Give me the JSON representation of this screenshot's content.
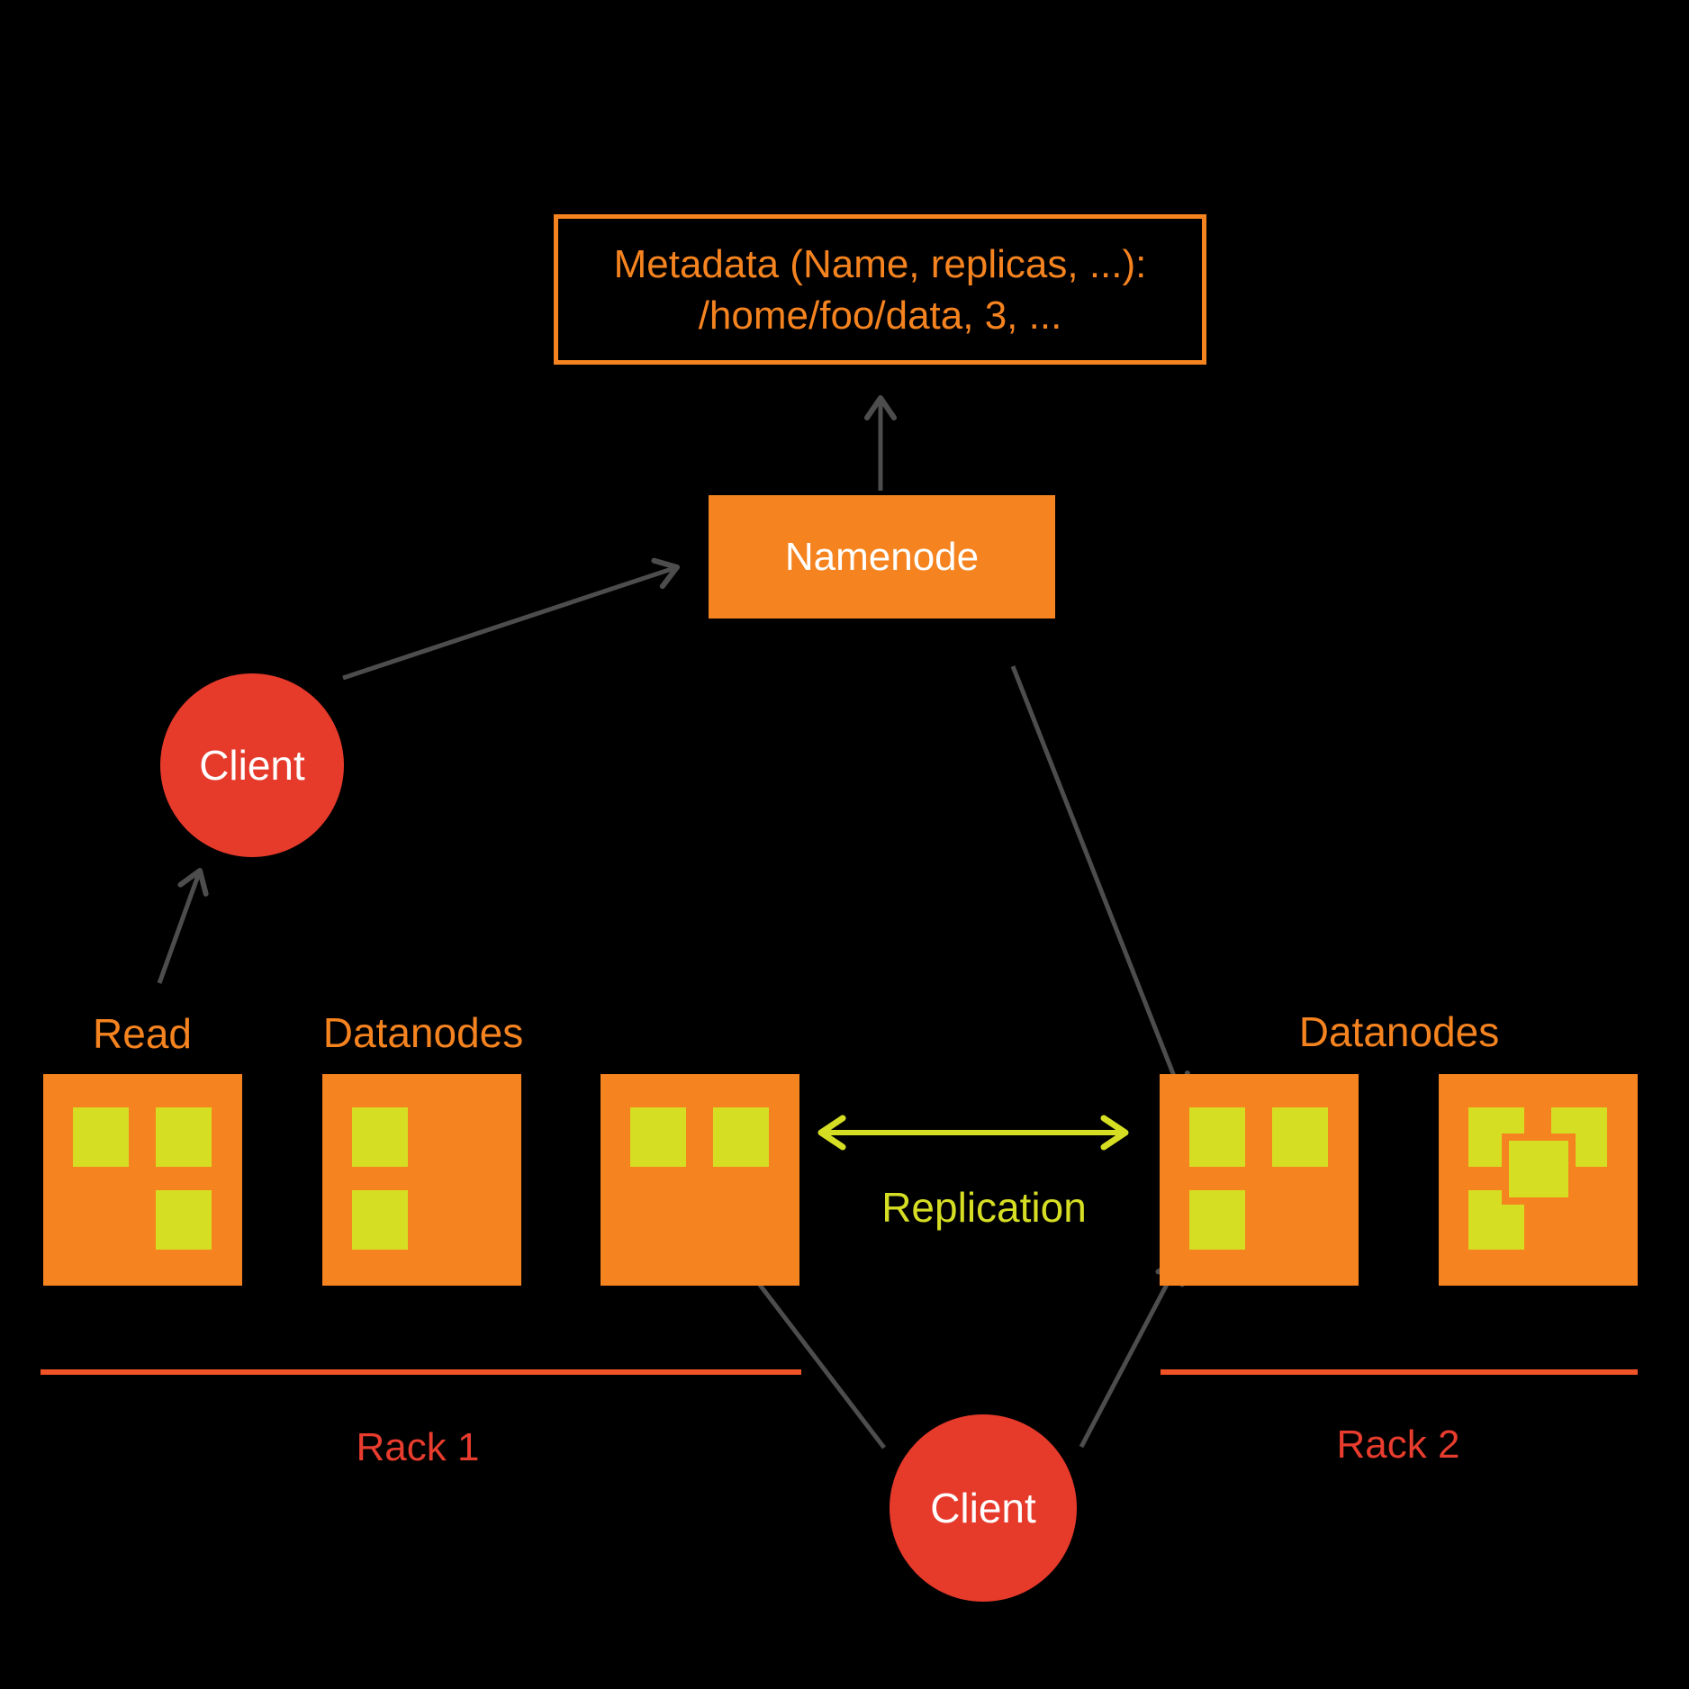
{
  "metadata_box": {
    "line1": "Metadata (Name, replicas, ...):",
    "line2": "/home/foo/data, 3, ..."
  },
  "namenode": {
    "label": "Namenode"
  },
  "clients": {
    "top_label": "Client",
    "bottom_label": "Client"
  },
  "labels": {
    "read": "Read",
    "datanodes_rack1": "Datanodes",
    "datanodes_rack2": "Datanodes",
    "replication": "Replication",
    "rack1": "Rack 1",
    "rack2": "Rack 2"
  },
  "datanodes": {
    "squares": [
      {
        "rack": 1,
        "blocks": [
          [
            1,
            1
          ],
          [
            2,
            1
          ],
          [
            2,
            2
          ]
        ],
        "center_block": false
      },
      {
        "rack": 1,
        "blocks": [
          [
            1,
            1
          ],
          [
            1,
            2
          ]
        ],
        "center_block": false
      },
      {
        "rack": 1,
        "blocks": [
          [
            1,
            1
          ],
          [
            2,
            1
          ]
        ],
        "center_block": false
      },
      {
        "rack": 2,
        "blocks": [
          [
            1,
            1
          ],
          [
            2,
            1
          ],
          [
            1,
            2
          ]
        ],
        "center_block": false
      },
      {
        "rack": 2,
        "blocks": [
          [
            1,
            1
          ],
          [
            2,
            1
          ],
          [
            1,
            2
          ]
        ],
        "center_block": true
      }
    ]
  },
  "colors": {
    "background": "#000000",
    "orange": "#F5831F",
    "lime": "#D6DE23",
    "red": "#E63A2B",
    "rack_line": "#F05325",
    "rack_text": "#E83C2E",
    "arrow_gray": "#4D4D4D",
    "white_text": "#FFFFFF"
  }
}
